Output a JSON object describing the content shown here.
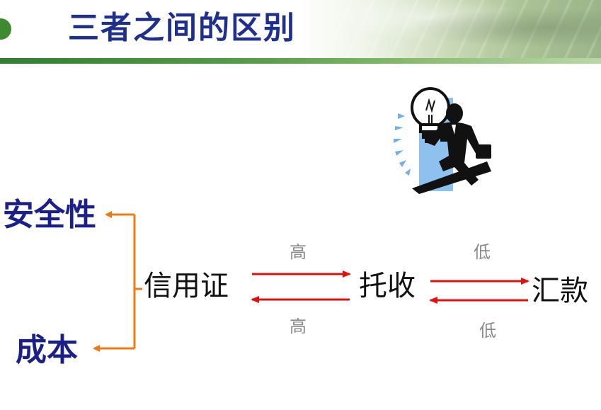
{
  "header": {
    "title": "三者之间的区别"
  },
  "diagram": {
    "left_targets": {
      "top": "安全性",
      "bottom": "成本"
    },
    "nodes": {
      "source": "信用证",
      "middle": "托收",
      "end": "汇款"
    },
    "arrows": {
      "left_pair": {
        "top_label": "高",
        "bottom_label": "高"
      },
      "right_pair": {
        "top_label": "低",
        "bottom_label": "低"
      }
    },
    "colors": {
      "connector": "#f07a10",
      "arrow": "#e01010",
      "title": "#1f2f8f",
      "node_blue": "#1a1f8a"
    }
  },
  "illustration": {
    "icon": "businessman-lightbulb-icon"
  }
}
